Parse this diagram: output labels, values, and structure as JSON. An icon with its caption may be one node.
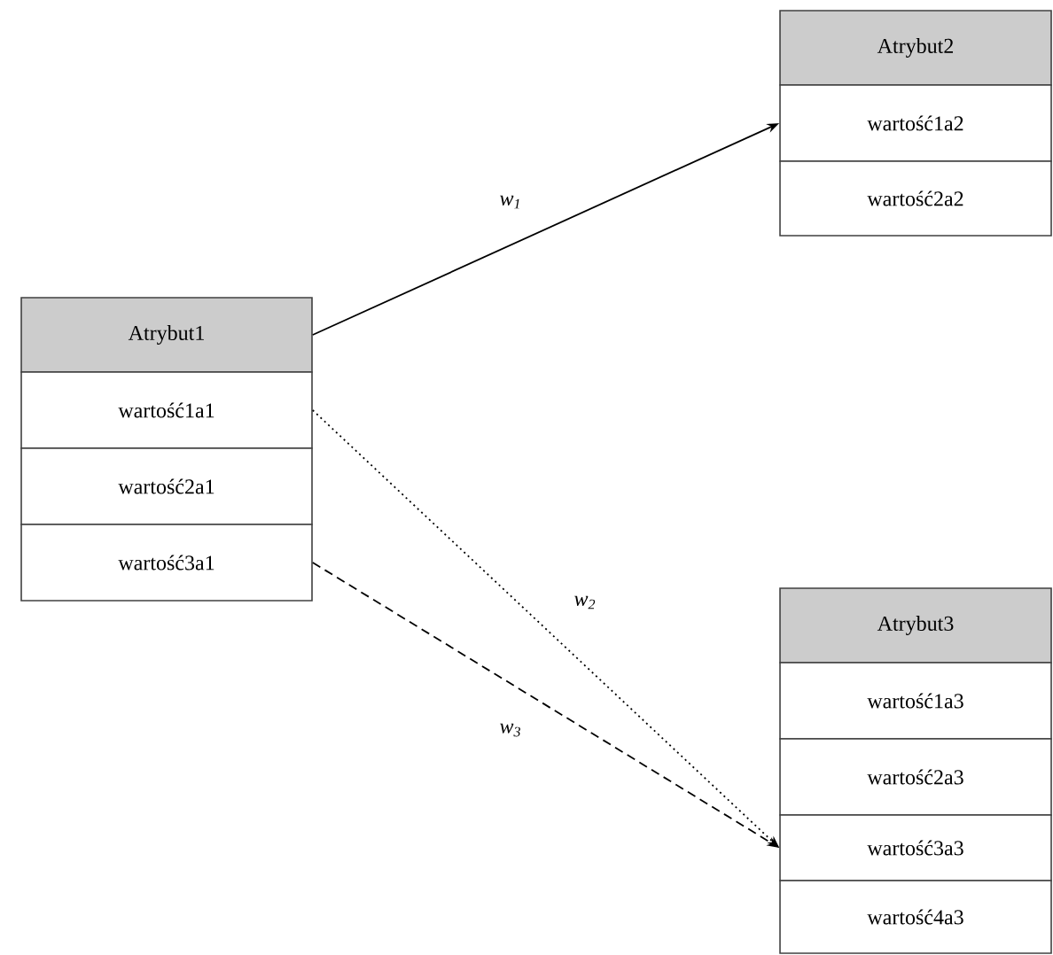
{
  "diagram": {
    "nodes": [
      {
        "text": [
          "Atrybut1"
        ]
      },
      {
        "text": [
          "wartość1a1"
        ]
      },
      {
        "text": [
          "wartość2a1"
        ]
      },
      {
        "text": [
          "wartość3a1"
        ]
      },
      {
        "text": [
          "Atrybut2"
        ]
      },
      {
        "text": [
          "wartość1a2"
        ]
      },
      {
        "text": [
          "wartość2a2"
        ]
      },
      {
        "text": [
          "Atrybut3"
        ]
      },
      {
        "text": [
          "wartość1a3"
        ]
      },
      {
        "text": [
          "wartość2a3"
        ]
      },
      {
        "text": [
          "wartość3a3"
        ]
      },
      {
        "text": [
          "wartość4a3"
        ]
      }
    ],
    "edges": [
      {
        "from": 0,
        "to": 5,
        "arrow": "to",
        "label": "w$_{1}$"
      },
      {
        "from": 1,
        "to": 10,
        "arrow": "to",
        "label": "w$_{2}$",
        "style": "dashed"
      },
      {
        "from": 3,
        "to": 10,
        "arrow": "to",
        "label": "w$_{3}$",
        "style": "dashed"
      }
    ]
  }
}
